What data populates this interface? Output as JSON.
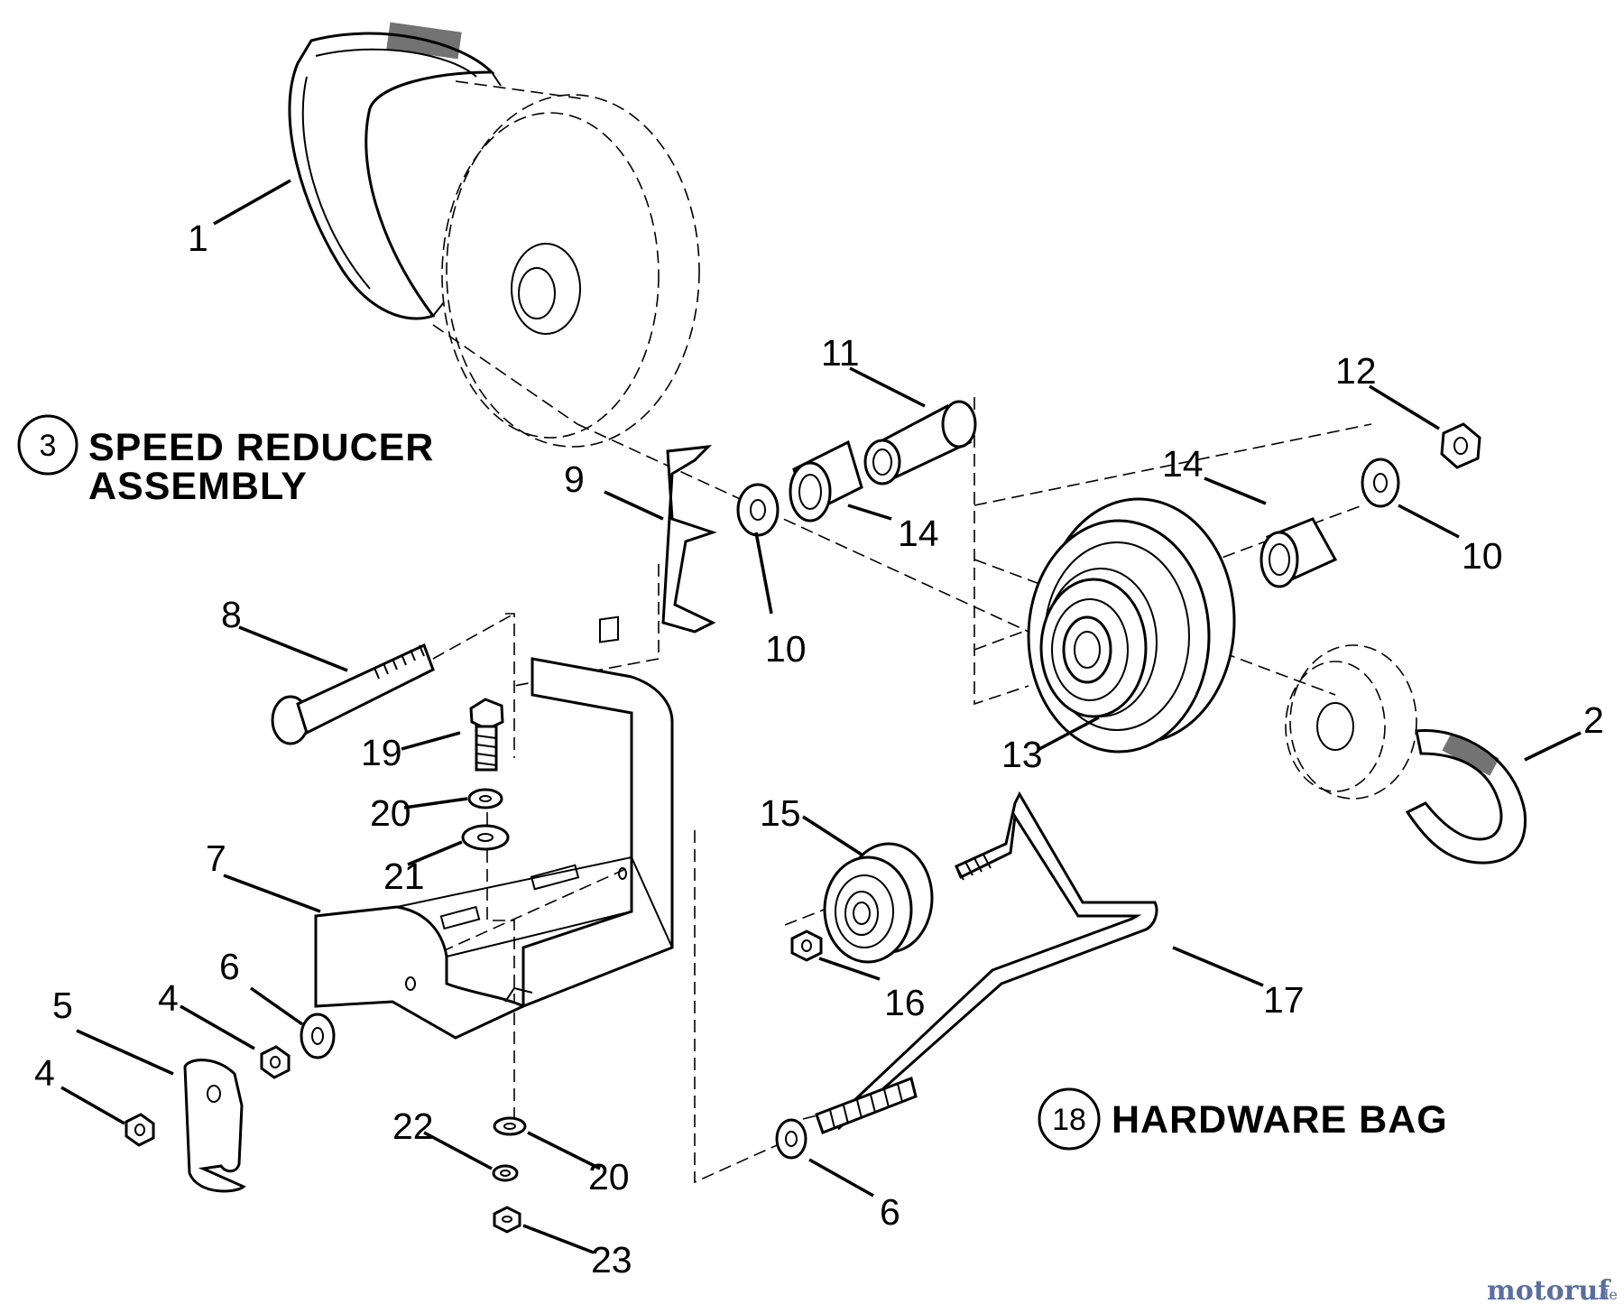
{
  "assembly_title": {
    "number": "3",
    "line1": "SPEED REDUCER",
    "line2": "ASSEMBLY"
  },
  "hardware_title": {
    "number": "18",
    "text": "HARDWARE BAG"
  },
  "callouts": {
    "c1": "1",
    "c2": "2",
    "c4a": "4",
    "c4b": "4",
    "c5": "5",
    "c6a": "6",
    "c6b": "6",
    "c7": "7",
    "c8": "8",
    "c9": "9",
    "c10a": "10",
    "c10b": "10",
    "c11": "11",
    "c12": "12",
    "c13": "13",
    "c14a": "14",
    "c14b": "14",
    "c15": "15",
    "c16": "16",
    "c17": "17",
    "c19": "19",
    "c20a": "20",
    "c20b": "20",
    "c21": "21",
    "c22": "22",
    "c23": "23"
  },
  "watermark": {
    "brand": "motoruf",
    "tld": ".de"
  }
}
